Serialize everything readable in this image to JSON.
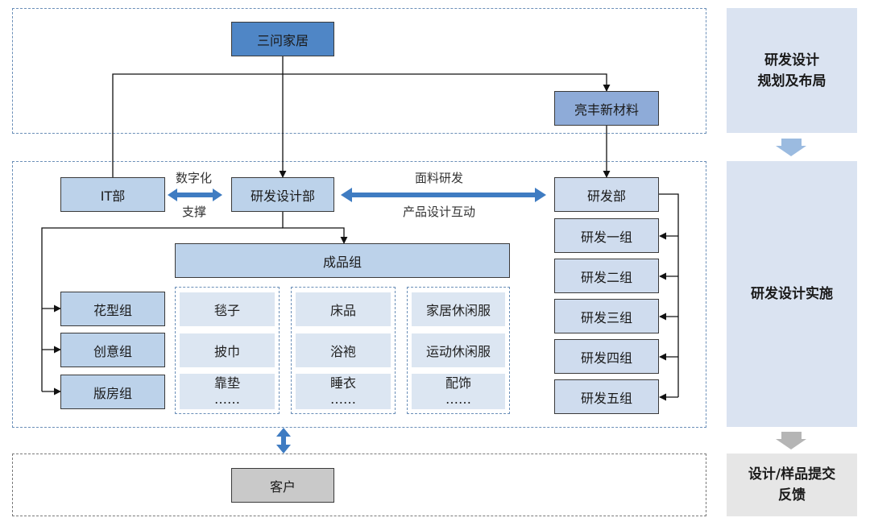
{
  "company": "三问家居",
  "subsidiary": "亮丰新材料",
  "departments": {
    "it": "IT部",
    "rd_design": "研发设计部",
    "rd": "研发部",
    "finished": "成品组",
    "customer": "客户"
  },
  "links": {
    "it_rd_top": "数字化",
    "it_rd_bottom": "支撑",
    "rd_rd_top": "面料研发",
    "rd_rd_bottom": "产品设计互动"
  },
  "left_groups": [
    "花型组",
    "创意组",
    "版房组"
  ],
  "product_columns": [
    [
      "毯子",
      "披巾",
      "靠垫",
      "……"
    ],
    [
      "床品",
      "浴袍",
      "睡衣",
      "……"
    ],
    [
      "家居休闲服",
      "运动休闲服",
      "配饰",
      "……"
    ]
  ],
  "rd_groups": [
    "研发一组",
    "研发二组",
    "研发三组",
    "研发四组",
    "研发五组"
  ],
  "stages": [
    "研发设计\n规划及布局",
    "研发设计实施",
    "设计/样品提交\n反馈"
  ],
  "colors": {
    "dark_blue": "#4f86c6",
    "mid_blue": "#8eabd8",
    "light_blue": "#bcd2ea",
    "arrow_blue": "#3f7cc2",
    "stage_panel": "#dae3f1",
    "stage_arrow": "#9bbbe0",
    "gray": "#c9c9c9"
  }
}
